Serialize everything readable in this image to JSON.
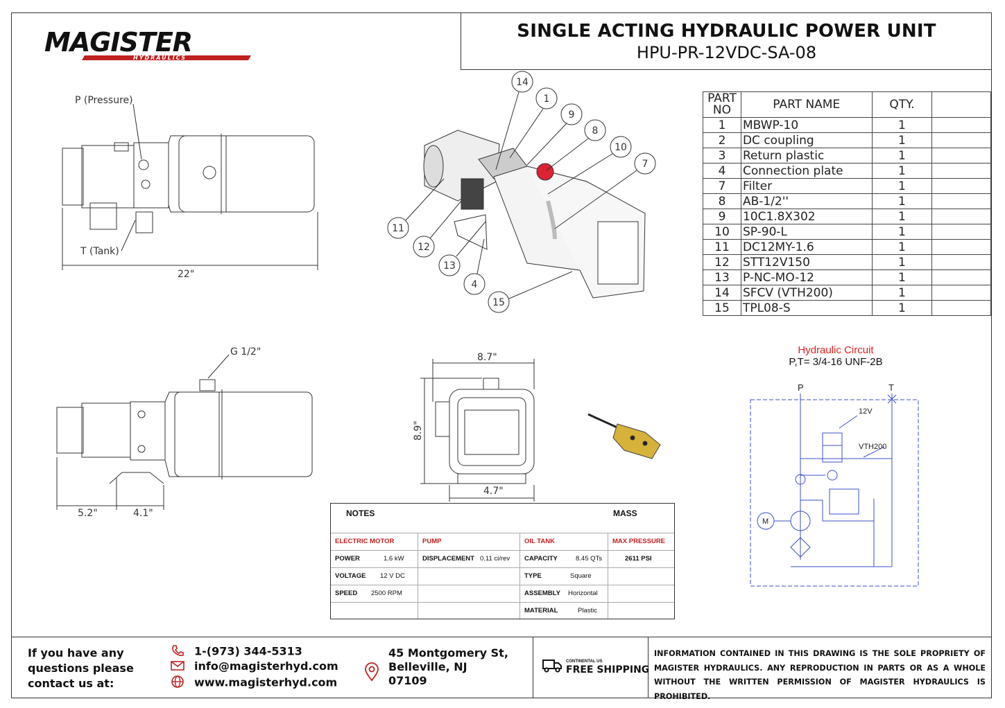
{
  "logo": {
    "name": "MAGISTER",
    "sub": "HYDRAULICS"
  },
  "title": {
    "line1": "SINGLE ACTING HYDRAULIC POWER UNIT",
    "line2": "HPU-PR-12VDC-SA-08"
  },
  "top_view": {
    "pressure_label": "P (Pressure)",
    "tank_label": "T (Tank)",
    "length": "22\""
  },
  "side_view": {
    "port_label": "G 1/2\"",
    "dim_a": "5.2\"",
    "dim_b": "4.1\""
  },
  "end_view": {
    "width": "8.7\"",
    "height": "8.9\"",
    "base": "4.7\""
  },
  "balloons": [
    "14",
    "1",
    "9",
    "8",
    "10",
    "7",
    "11",
    "12",
    "13",
    "4",
    "15"
  ],
  "bom": {
    "headers": {
      "no": "PART NO",
      "name": "PART NAME",
      "qty": "QTY."
    },
    "rows": [
      {
        "no": "1",
        "name": "MBWP-10",
        "qty": "1"
      },
      {
        "no": "2",
        "name": "DC coupling",
        "qty": "1"
      },
      {
        "no": "3",
        "name": "Return plastic",
        "qty": "1"
      },
      {
        "no": "4",
        "name": "Connection plate",
        "qty": "1"
      },
      {
        "no": "7",
        "name": "Filter",
        "qty": "1"
      },
      {
        "no": "8",
        "name": "AB-1/2''",
        "qty": "1"
      },
      {
        "no": "9",
        "name": "10C1.8X302",
        "qty": "1"
      },
      {
        "no": "10",
        "name": "SP-90-L",
        "qty": "1"
      },
      {
        "no": "11",
        "name": "DC12MY-1.6",
        "qty": "1"
      },
      {
        "no": "12",
        "name": "STT12V150",
        "qty": "1"
      },
      {
        "no": "13",
        "name": "P-NC-MO-12",
        "qty": "1"
      },
      {
        "no": "14",
        "name": "SFCV (VTH200)",
        "qty": "1"
      },
      {
        "no": "15",
        "name": "TPL08-S",
        "qty": "1"
      }
    ]
  },
  "circuit": {
    "title": "Hydraulic Circuit",
    "subtitle": "P,T= 3/4-16 UNF-2B",
    "p_label": "P",
    "t_label": "T",
    "voltage": "12V",
    "valve": "VTH200",
    "motor": "M"
  },
  "specs": {
    "notes": "NOTES",
    "mass": "MASS",
    "electric_motor": {
      "heading": "ELECTRIC MOTOR",
      "rows": [
        {
          "k": "POWER",
          "v": "1.6 kW"
        },
        {
          "k": "VOLTAGE",
          "v": "12 V DC"
        },
        {
          "k": "SPEED",
          "v": "2500 RPM"
        }
      ]
    },
    "pump": {
      "heading": "PUMP",
      "rows": [
        {
          "k": "DISPLACEMENT",
          "v": "0.11 ci/rev"
        }
      ]
    },
    "oil_tank": {
      "heading": "OIL TANK",
      "rows": [
        {
          "k": "CAPACITY",
          "v": "8.45 QTs"
        },
        {
          "k": "TYPE",
          "v": "Square"
        },
        {
          "k": "ASSEMBLY",
          "v": "Horizontal"
        },
        {
          "k": "MATERIAL",
          "v": "Plastic"
        }
      ]
    },
    "max_pressure": {
      "heading": "MAX PRESSURE",
      "value": "2611 PSI"
    }
  },
  "footer": {
    "contact_prompt": [
      "If you have any",
      "questions please",
      "contact us at:"
    ],
    "phone": "1-(973) 344-5313",
    "email": "info@magisterhyd.com",
    "web": "www.magisterhyd.com",
    "address": [
      "45 Montgomery St,",
      "Belleville, NJ",
      "07109"
    ],
    "shipping_small": "CONTINENTAL US",
    "shipping": "FREE SHIPPING",
    "legal": "INFORMATION CONTAINED IN THIS DRAWING IS THE SOLE PROPRIETY OF MAGISTER HYDRAULICS. ANY REPRODUCTION IN PARTS OR AS A WHOLE WITHOUT THE WRITTEN PERMISSION OF MAGISTER HYDRAULICS IS PROHIBITED."
  },
  "colors": {
    "brand_red": "#c0201f",
    "circuit_blue": "#3a4fc8"
  }
}
